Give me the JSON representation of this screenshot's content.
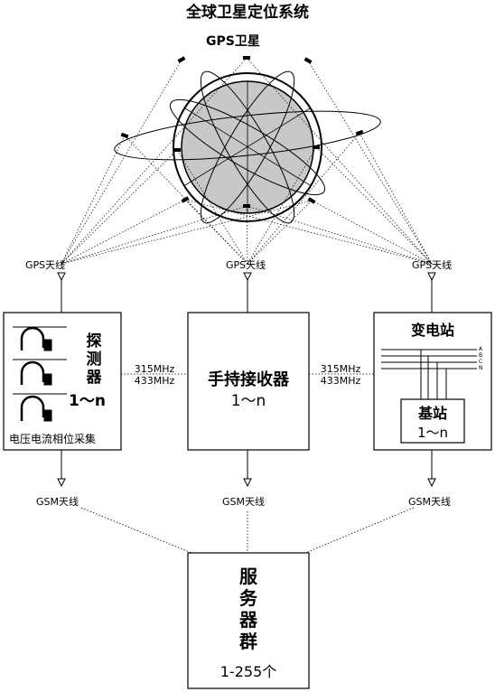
{
  "title": "全球卫星定位系统",
  "satellite_label": "GPS卫星",
  "antennas": {
    "gps_left": "GPS天线",
    "gps_mid": "GPS天线",
    "gps_right": "GPS天线",
    "gsm_left": "GSM天线",
    "gsm_mid": "GSM天线",
    "gsm_right": "GSM天线"
  },
  "detector": {
    "name": "探测器",
    "count": "1～n",
    "caption": "电压电流相位采集"
  },
  "frequencies": {
    "left_top": "315MHz",
    "left_bottom": "433MHz",
    "right_top": "315MHz",
    "right_bottom": "433MHz"
  },
  "handheld": {
    "name": "手持接收器",
    "count": "1～n"
  },
  "substation": {
    "name": "变电站",
    "phases": [
      "A",
      "B",
      "C",
      "N"
    ],
    "base_station": "基站",
    "base_count": "1～n"
  },
  "server": {
    "name": "服务器群",
    "count": "1-255个"
  },
  "colors": {
    "globe_fill": "#c8c8c8",
    "line": "#000000",
    "dotted": "#000000"
  }
}
